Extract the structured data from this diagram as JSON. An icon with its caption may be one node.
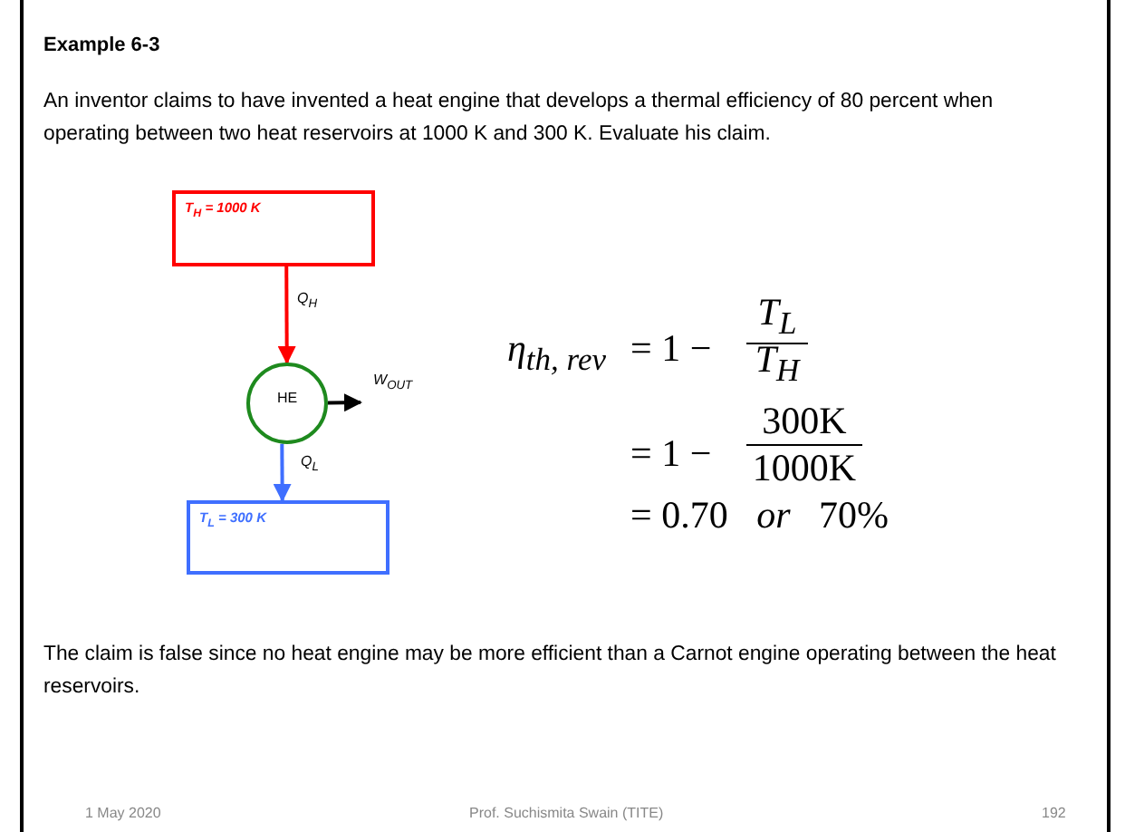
{
  "diagram": {
    "title": "Example 6-3",
    "nodes": [
      {
        "text": [
          "T$_{H}$ = 1000 K"
        ]
      },
      {
        "text": [
          "HE"
        ]
      },
      {
        "text": [
          "T$_{L}$ = 300 K"
        ]
      }
    ],
    "edges": [
      {
        "from": 0,
        "to": 1,
        "arrow": "to",
        "label": "Q$_{H}$",
        "color": "#ff0000"
      },
      {
        "from": 1,
        "to": null,
        "arrow": "to",
        "label": "W$_{OUT}$",
        "color": "#000000"
      },
      {
        "from": 1,
        "to": 2,
        "arrow": "to",
        "label": "Q$_{L}$",
        "color": "#3f6fff"
      }
    ],
    "labels": [
      "An inventor claims to have invented a heat engine that develops a thermal efficiency of 80 percent when operating between two heat reservoirs at 1000 K and 300 K.  Evaluate his claim.",
      "η$_{th, rev}$",
      "= 1 −",
      "T$_{L}$",
      "T$_{H}$",
      "= 1 −",
      "300K",
      "1000K",
      "= 0.70   *or*   70%",
      "The claim is false since no heat engine may be more efficient than a Carnot engine operating between the heat reservoirs.",
      "1 May 2020",
      "Prof. Suchismita Swain (TITE)",
      "192"
    ]
  }
}
